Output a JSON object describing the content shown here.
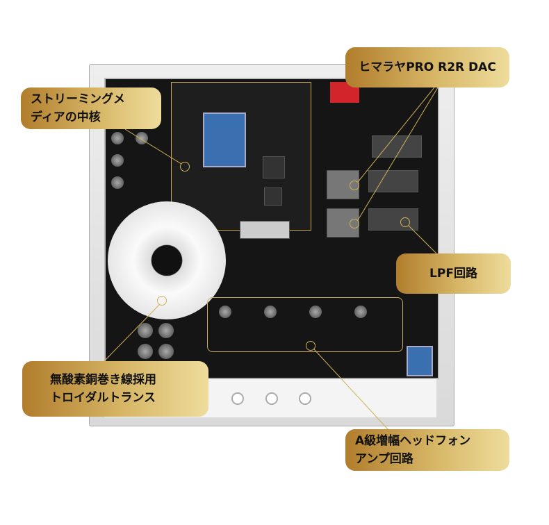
{
  "callouts": {
    "streaming": {
      "line1": "ストリーミングメ",
      "line2": "ディアの中核"
    },
    "dac": {
      "line1": "ヒマラヤPRO R2R DAC"
    },
    "lpf": {
      "line1": "LPF回路"
    },
    "transformer": {
      "line1": "無酸素銅巻き線採用",
      "line2": "トロイダルトランス"
    },
    "amp": {
      "line1": "A級増幅ヘッドフォン",
      "line2": "アンプ回路"
    }
  },
  "colors": {
    "gold_dark": "#b07d2c",
    "gold_light": "#eedc9c",
    "line": "#d4b05a"
  }
}
